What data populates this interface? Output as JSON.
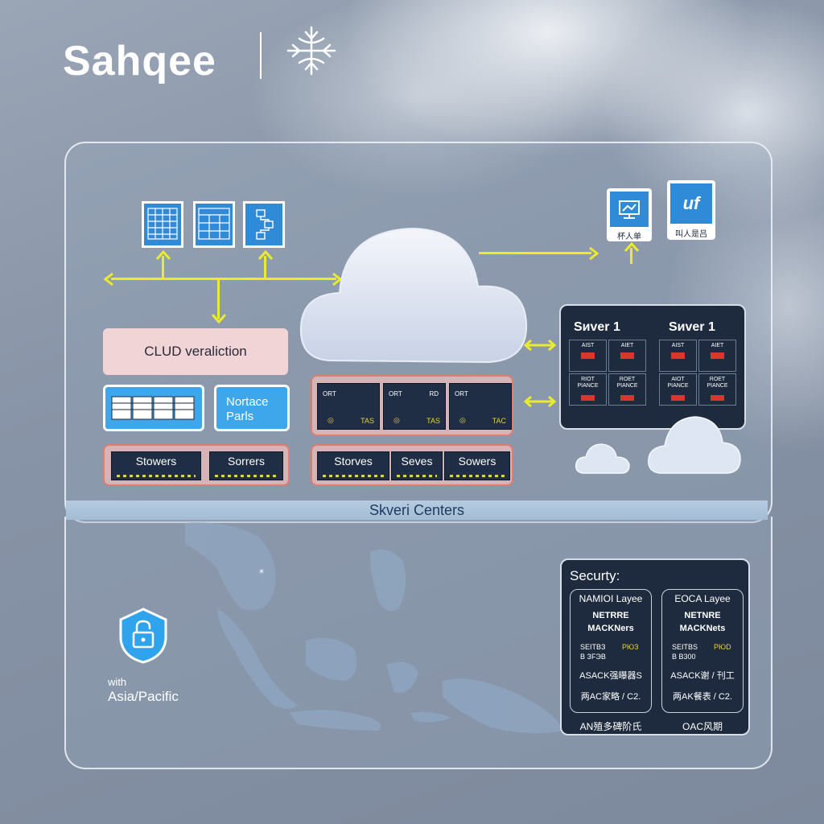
{
  "brand": {
    "name": "Sahqee",
    "mark_icon": "snowflake-network-icon"
  },
  "top_panel": {
    "top_icons": [
      "grid-chart-icon",
      "spreadsheet-icon",
      "flowchart-icon"
    ],
    "top_right_tiles": [
      {
        "icon": "monitor-icon",
        "label": "杯人单"
      },
      {
        "icon": "uf-logo-icon",
        "label": "叫人是吕"
      }
    ],
    "pink_box_label": "CLUD veraliction",
    "blue_box_label_1": "Nortace",
    "blue_box_label_2": "Parls",
    "left_racks": [
      "Stowers",
      "Sorrers"
    ],
    "center_top_racks": [
      {
        "top_left": "ORT",
        "top_right": "",
        "bottom_right": "TAS"
      },
      {
        "top_left": "ORT",
        "top_right": "RD",
        "bottom_right": "TAS"
      },
      {
        "top_left": "ORT",
        "top_right": "",
        "bottom_right": "TAC"
      }
    ],
    "center_racks": [
      "Storves",
      "Seves",
      "Sowers"
    ],
    "server_panel": {
      "titles": [
        "Sиver 1",
        "Sиver 1"
      ],
      "cells": [
        {
          "text": "AIST",
          "sub": ""
        },
        {
          "text": "AIET",
          "sub": ""
        },
        {
          "text": "AIST",
          "sub": ""
        },
        {
          "text": "AIET",
          "sub": ""
        },
        {
          "text": "RIOT",
          "sub": "PIANCE"
        },
        {
          "text": "ROET",
          "sub": "PIANCE"
        },
        {
          "text": "AIOT",
          "sub": "PIANCE"
        },
        {
          "text": "ROET",
          "sub": "PIANCE"
        }
      ]
    },
    "centers_bar": "Skveri Centers"
  },
  "bottom_panel": {
    "lock_icon": "padlock-shield-icon",
    "region_line_1": "with",
    "region_line_2": "Asia/Pacific",
    "security": {
      "title": "Securty:",
      "columns": [
        {
          "header": "NAMIOI Layee",
          "line1": "NETRRE",
          "line2": "MACKNers",
          "small1": "SEITBЗ",
          "small_val": "PЮЗ",
          "small2": "B ЗFЭВ",
          "row1": "ASACK强曝器S",
          "row2": "两AC家略 / C2.",
          "footer": "AN殖多碑阶氏"
        },
        {
          "header": "EOCA Layee",
          "line1": "NETNRE",
          "line2": "MACKNets",
          "small1": "SEITBS",
          "small_val": "PЮD",
          "small2": "B B300",
          "row1": "ASACK谢 / 刊工",
          "row2": "两AK餐表 / C2.",
          "footer": "OAC风期"
        }
      ]
    }
  },
  "colors": {
    "accent_blue": "#2f8ad8",
    "arrow_yellow": "#ecea2e",
    "dark_panel": "#1e2a3e",
    "alert_red": "#d9362c",
    "rack_border": "#e07d72"
  }
}
